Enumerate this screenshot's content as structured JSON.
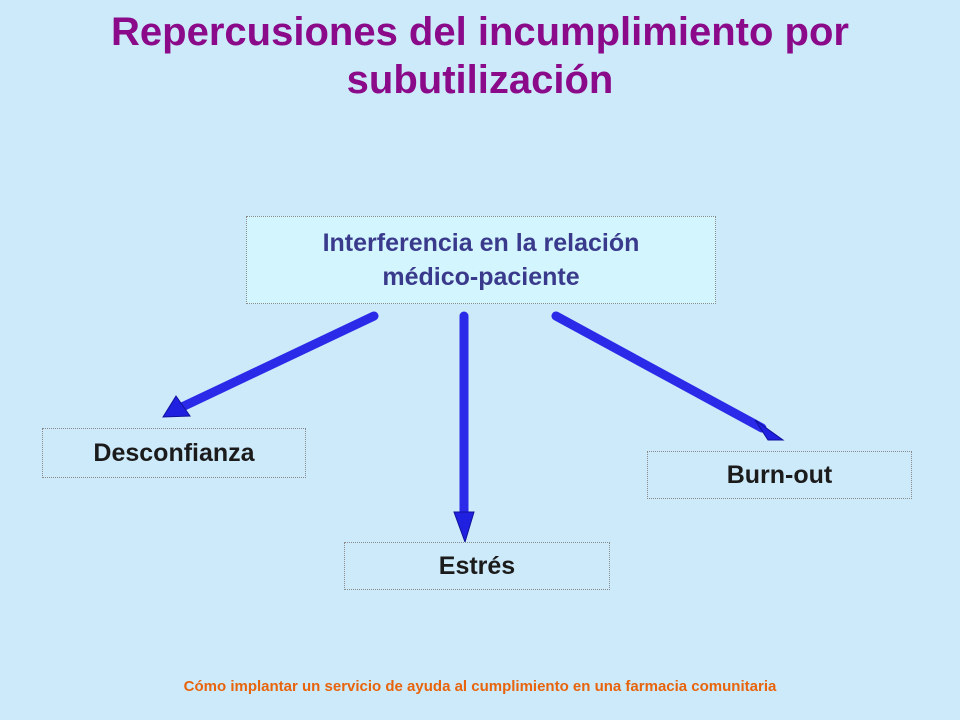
{
  "title": "Repercusiones del incumplimiento por subutilización",
  "central": "Interferencia en la relación\nmédico-paciente",
  "outcomes": {
    "left": "Desconfianza",
    "middle": "Estrés",
    "right": "Burn-out"
  },
  "footer": "Cómo implantar un servicio de ayuda al cumplimiento en una farmacia comunitaria",
  "colors": {
    "background": "#cdeafa",
    "title": "#8a0a8a",
    "central_text": "#3a3a8c",
    "arrow": "#1a1ae6",
    "footer": "#e8640c"
  }
}
